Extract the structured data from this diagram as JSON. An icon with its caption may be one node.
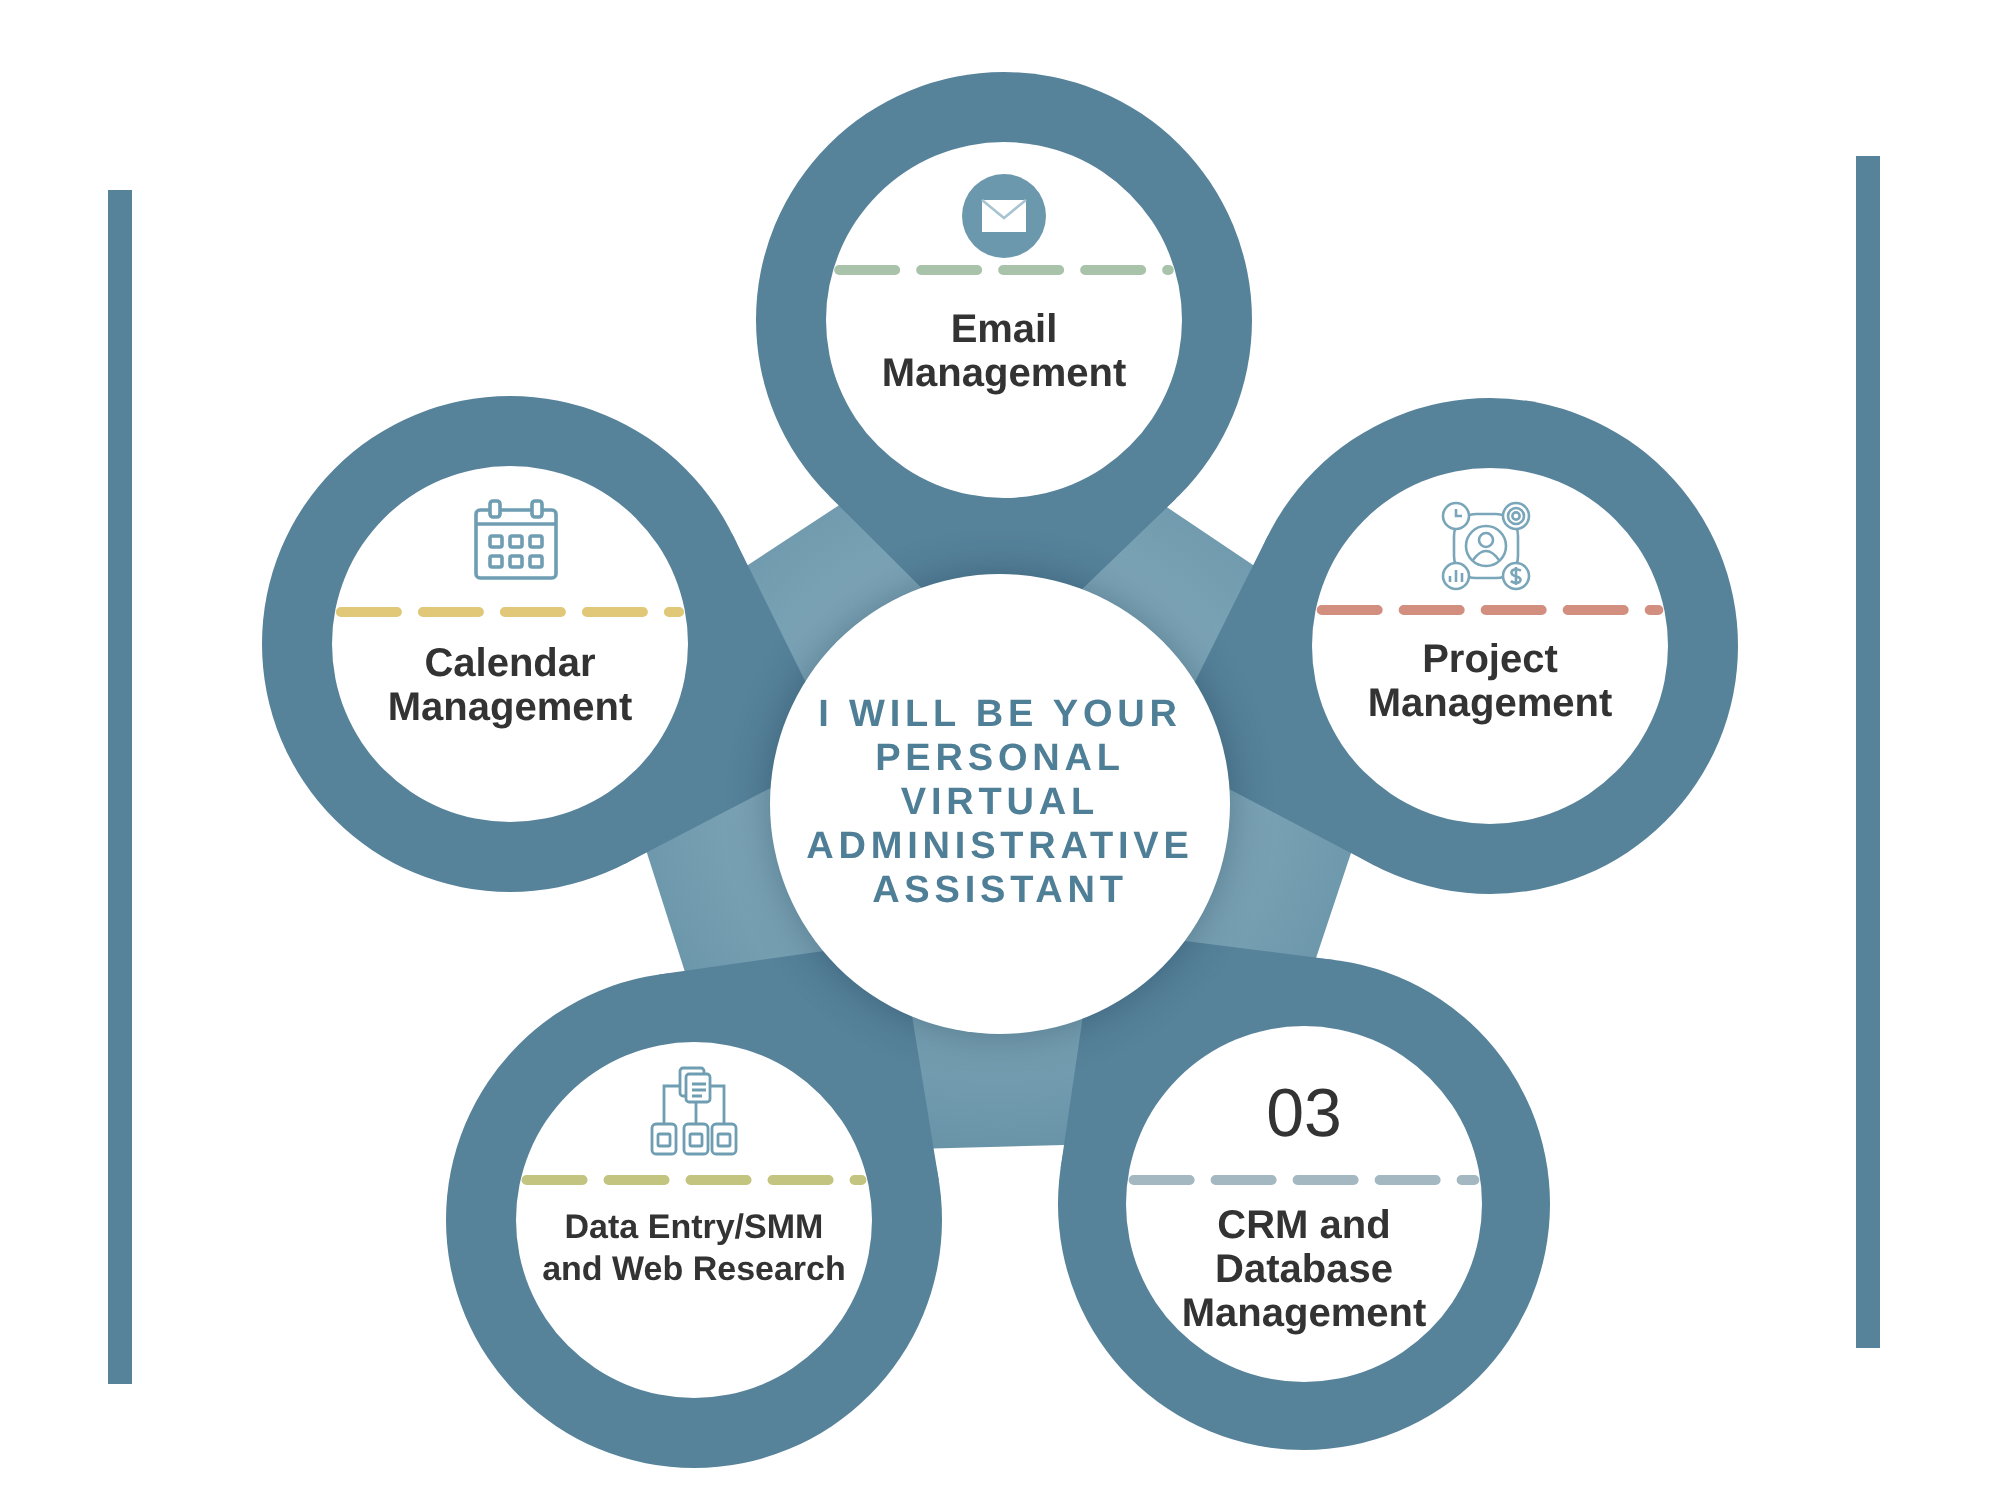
{
  "diagram": {
    "nodes": [
      {
        "text": [
          "Email Management"
        ]
      },
      {
        "text": [
          "Calendar Management"
        ]
      },
      {
        "text": [
          "Project Management"
        ]
      },
      {
        "text": [
          "I WILL BE YOUR PERSONAL VIRTUAL ADMINISTRATIVE ASSISTANT"
        ]
      },
      {
        "text": [
          "Data Entry/SMM and Web Research"
        ]
      },
      {
        "text": [
          "03",
          "CRM and Database Management"
        ]
      }
    ]
  }
}
